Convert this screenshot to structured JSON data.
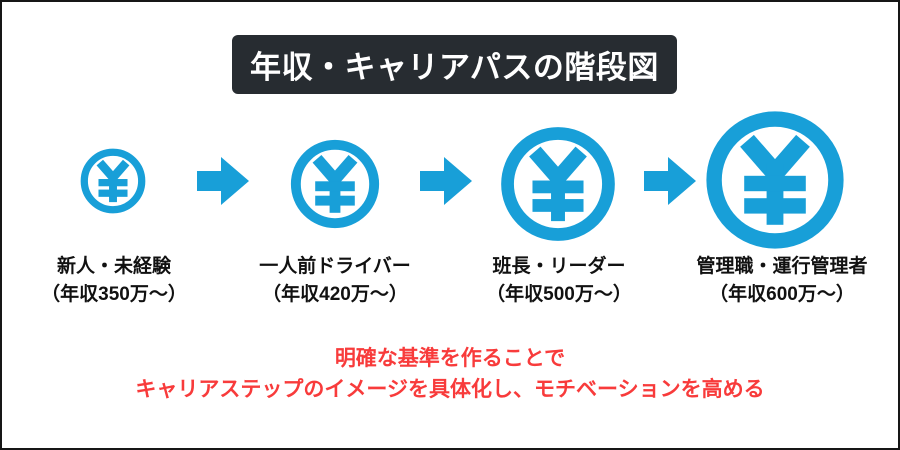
{
  "title": "年収・キャリアパスの階段図",
  "steps": [
    {
      "role": "新人・未経験",
      "salary": "（年収350万〜）"
    },
    {
      "role": "一人前ドライバー",
      "salary": "（年収420万〜）"
    },
    {
      "role": "班長・リーダー",
      "salary": "（年収500万〜）"
    },
    {
      "role": "管理職・運行管理者",
      "salary": "（年収600万〜）"
    }
  ],
  "note": {
    "line1": "明確な基準を作ることで",
    "line2": "キャリアステップのイメージを具体化し、モチベーションを高める"
  },
  "icons": {
    "step_icon": "yen-coin-icon",
    "connector_icon": "arrow-right-icon"
  },
  "colors": {
    "accent_blue": "#189fd8",
    "title_bar_bg": "#272c31",
    "title_text": "#ffffff",
    "note_red": "#f83b3b",
    "label_text": "#111111",
    "frame_border": "#161616"
  }
}
